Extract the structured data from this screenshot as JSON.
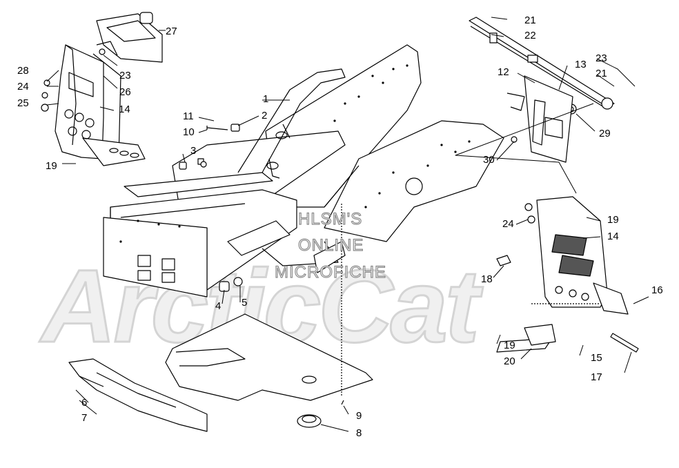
{
  "watermark": {
    "logo": "ArcticCat",
    "line1": "HLSM'S",
    "line2": "ONLINE",
    "line3": "MICROFICHE"
  },
  "callouts": [
    "1",
    "2",
    "3",
    "4",
    "5",
    "6",
    "7",
    "8",
    "9",
    "10",
    "11",
    "12",
    "13",
    "14",
    "14",
    "15",
    "16",
    "17",
    "18",
    "19",
    "19",
    "19",
    "20",
    "21",
    "21",
    "22",
    "23",
    "23",
    "24",
    "24",
    "25",
    "26",
    "27",
    "28",
    "29",
    "30"
  ]
}
